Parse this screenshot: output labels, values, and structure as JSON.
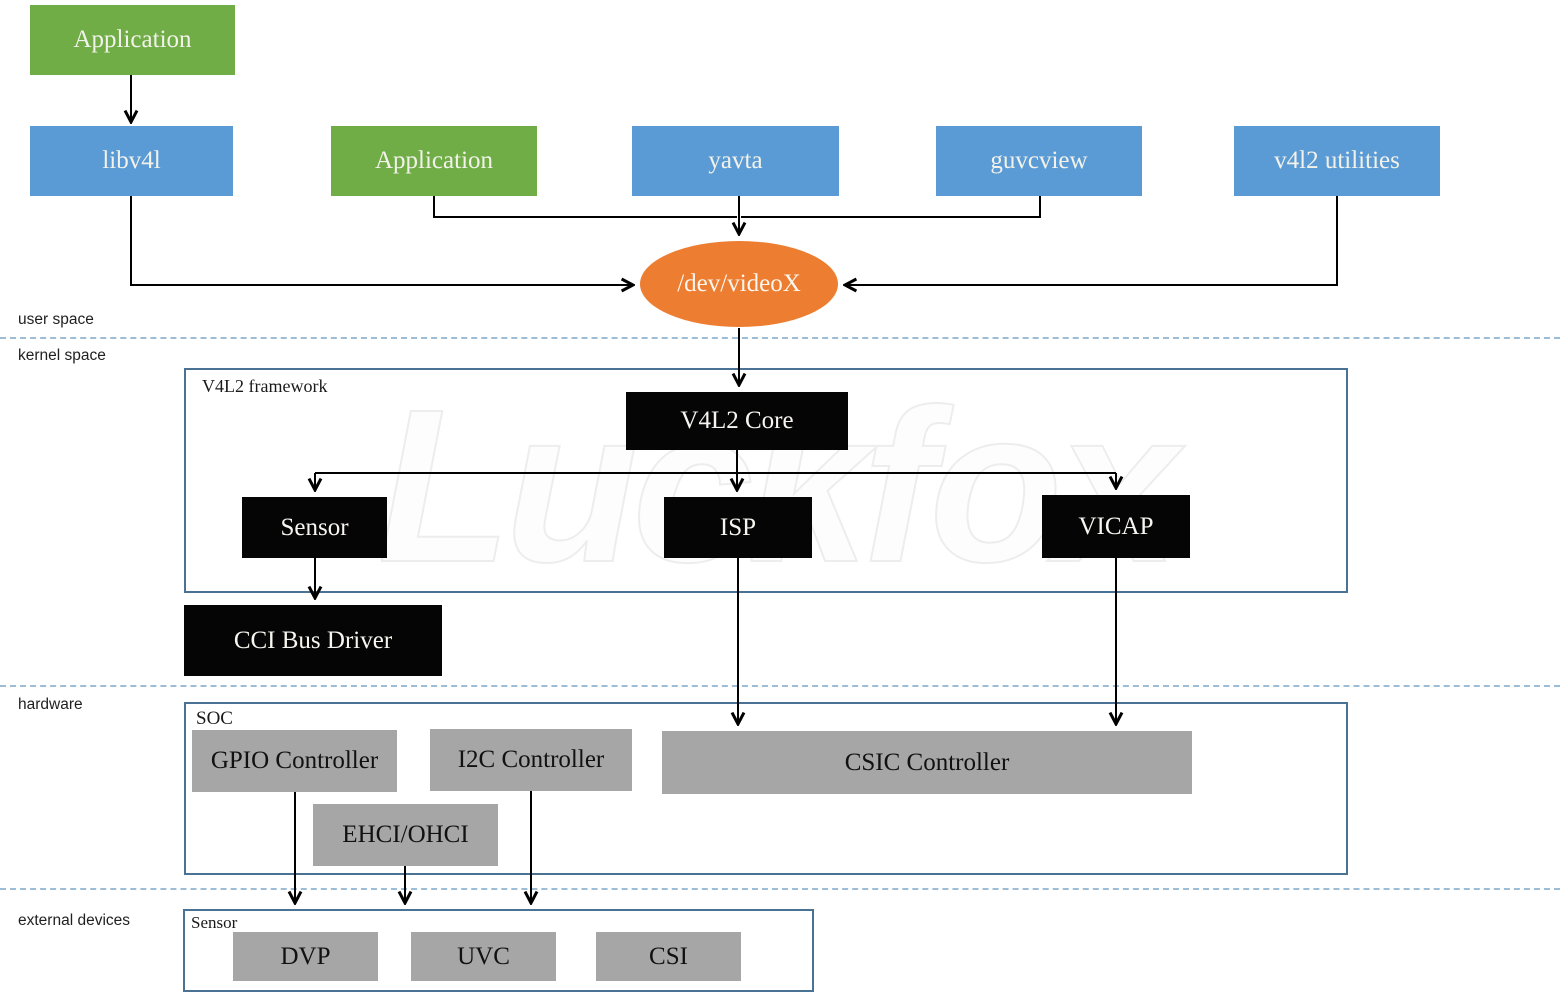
{
  "layers": {
    "user_space": "user space",
    "kernel_space": "kernel space",
    "hardware": "hardware",
    "external_devices": "external devices"
  },
  "nodes": {
    "application_top": "Application",
    "libv4l": "libv4l",
    "application_mid": "Application",
    "yavta": "yavta",
    "guvcview": "guvcview",
    "v4l2_utilities": "v4l2 utilities",
    "dev_videox": "/dev/videoX",
    "v4l2_core": "V4L2 Core",
    "sensor_driver": "Sensor",
    "isp": "ISP",
    "vicap": "VICAP",
    "cci_bus_driver": "CCI Bus Driver",
    "gpio_controller": "GPIO Controller",
    "i2c_controller": "I2C Controller",
    "csic_controller": "CSIC Controller",
    "ehci_ohci": "EHCI/OHCI",
    "dvp": "DVP",
    "uvc": "UVC",
    "csi": "CSI"
  },
  "containers": {
    "v4l2_framework": "V4L2 framework",
    "soc": "SOC",
    "sensor_group": "Sensor"
  },
  "watermark": "Luckfox",
  "colors": {
    "application_green": "#70AD47",
    "userspace_tool_blue": "#5B9BD5",
    "device_node_orange": "#ED7D31",
    "kernel_driver_black": "#050505",
    "hardware_gray": "#A6A6A6",
    "container_border_blue": "#4A7294",
    "divider_dashed_blue": "#9DBCD6"
  }
}
